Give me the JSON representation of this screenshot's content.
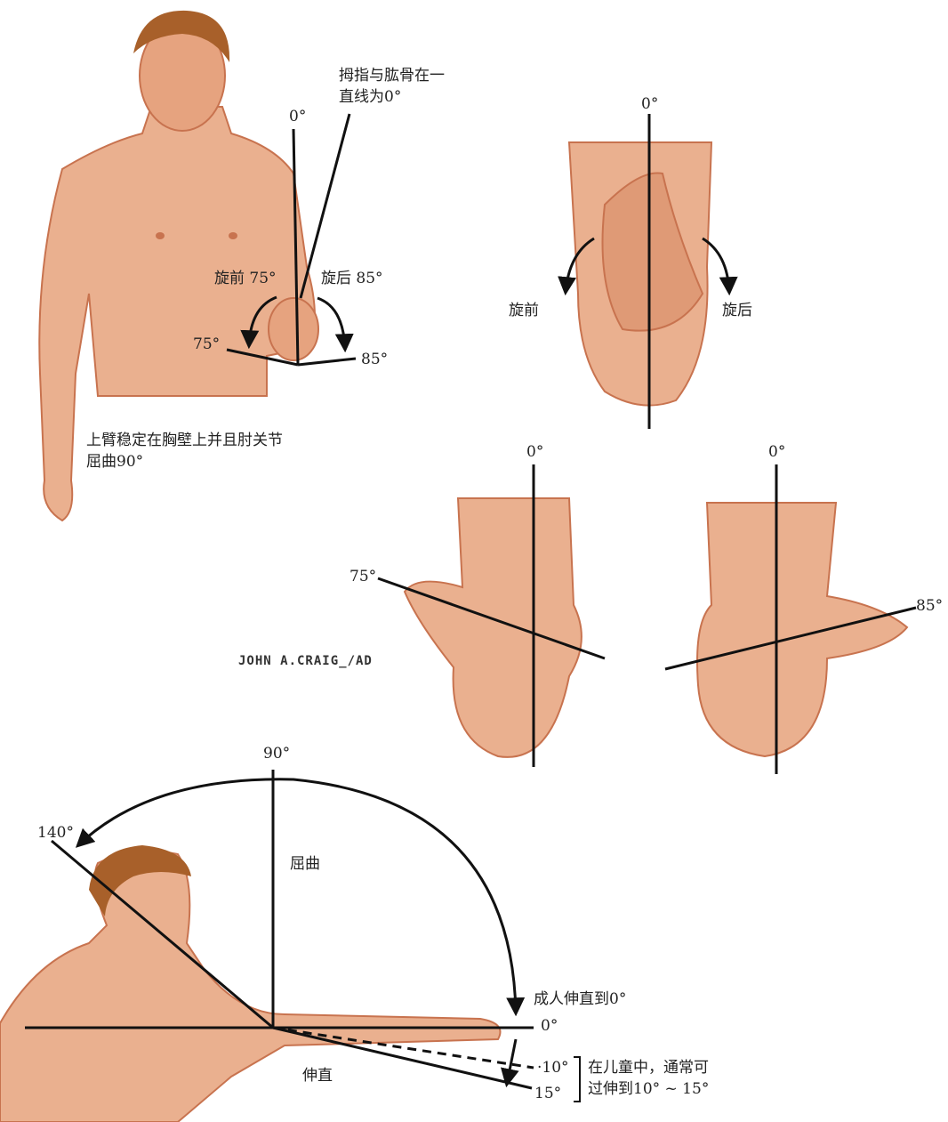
{
  "figure_top_left": {
    "zero_label": "0°",
    "thumb_note_line1": "拇指与肱骨在一",
    "thumb_note_line2": "直线为0°",
    "pronation_label": "旋前 75°",
    "supination_label": "旋后 85°",
    "pronation_end": "75°",
    "supination_end": "85°",
    "caption_line1": "上臂稳定在胸壁上并且肘关节",
    "caption_line2": "屈曲90°"
  },
  "figure_top_right": {
    "zero_label": "0°",
    "pronation": "旋前",
    "supination": "旋后"
  },
  "figure_middle": {
    "left_zero": "0°",
    "left_angle": "75°",
    "right_zero": "0°",
    "right_angle": "85°",
    "signature": "JOHN A.CRAIG_/AD"
  },
  "figure_bottom": {
    "label_90": "90°",
    "label_140": "140°",
    "flexion": "屈曲",
    "extension": "伸直",
    "adult_note": "成人伸直到0°",
    "label_0": "0°",
    "label_10": "·10°",
    "label_15": "15°",
    "child_note_line1": "在儿童中，通常可",
    "child_note_line2": "过伸到10° ~ 15°"
  },
  "colors": {
    "skin": "#eab08f",
    "skin_dark": "#c8734f",
    "hair": "#a8602a",
    "line": "#111111"
  }
}
